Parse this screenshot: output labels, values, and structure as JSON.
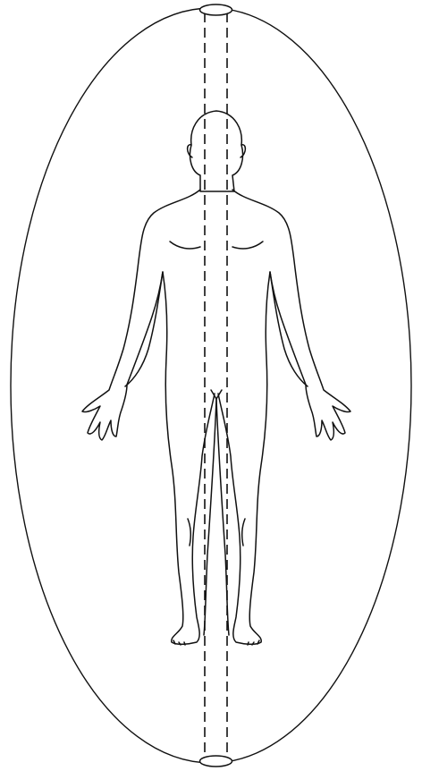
{
  "colors": {
    "background": "#ffffff",
    "stroke": "#111111"
  },
  "figure": {
    "aura": "aura-outline",
    "channel": "central-energy-channel",
    "caps": "channel-end-caps",
    "human": "human-figure-outline"
  }
}
